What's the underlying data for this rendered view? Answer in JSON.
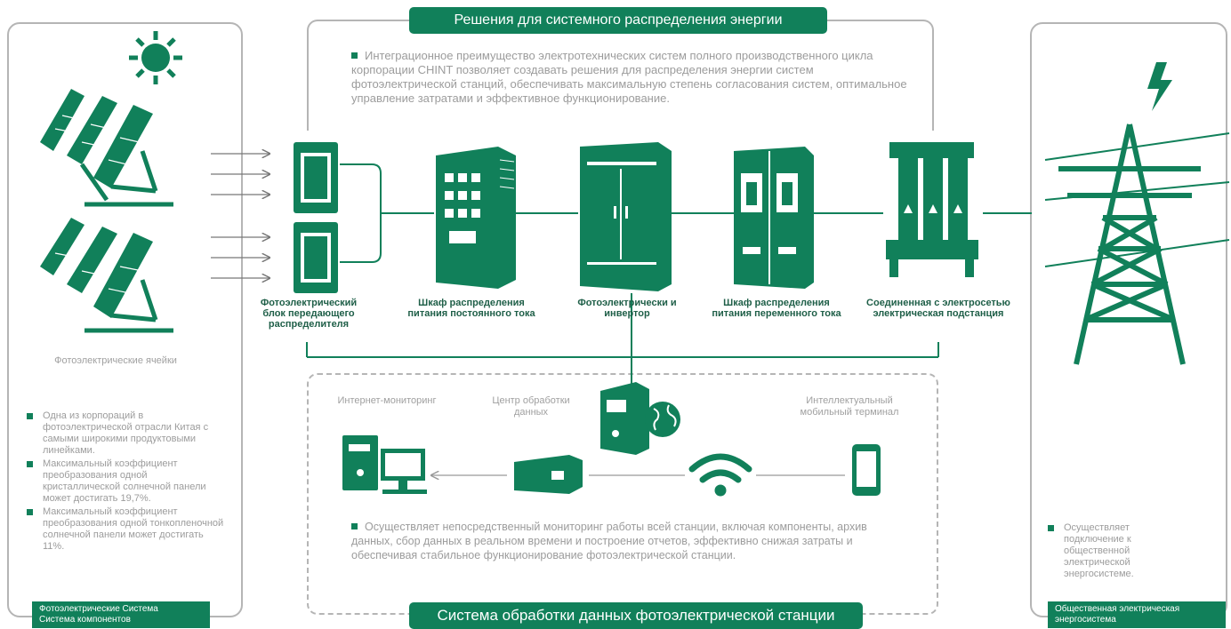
{
  "header": {
    "top_title": "Решения для системного распределения энергии",
    "bottom_title": "Система обработки данных фотоэлектрической станции"
  },
  "top_description": "Интеграционное преимущество электротехнических систем полного производственного цикла корпорации CHINT позволяет создавать решения для распределения энергии систем фотоэлектрической станций, обеспечивать максимальную степень согласования систем, оптимальное управление затратами и эффективное функционирование.",
  "left_panel": {
    "cells_label": "Фотоэлектрические ячейки",
    "bullets": [
      "Одна из корпораций в фотоэлектрической отрасли Китая с самыми широкими продуктовыми линейками.",
      "Максимальный коэффициент преобразования одной кристаллической солнечной панели может достигать 19,7%.",
      "Максимальный коэффициент преобразования одной тонкопленочной солнечной панели может достигать 11%."
    ],
    "badge": [
      "Фотоэлектрические Система",
      "Система компонентов"
    ]
  },
  "components": [
    {
      "label": "Фотоэлектрический блок передающего распределителя"
    },
    {
      "label": "Шкаф распределения питания постоянного тока"
    },
    {
      "label": "Фотоэлектрически и инвертор"
    },
    {
      "label": "Шкаф распределения питания переменного тока"
    },
    {
      "label": "Соединенная с электросетью электрическая подстанция"
    }
  ],
  "bottom_panel": {
    "internet_monitoring": "Интернет-мониторинг",
    "data_center": "Центр обработки данных",
    "mobile_terminal": "Интеллектуальный мобильный терминал",
    "description": "Осуществляет непосредственный мониторинг работы всей станции, включая компоненты, архив данных, сбор данных в реальном времени и построение отчетов, эффективно снижая затраты и обеспечивая стабильное функционирование фотоэлектрической станции."
  },
  "right_panel": {
    "bullet": "Осуществляет подключение к общественной электрической энергосистеме.",
    "badge": [
      "Общественная электрическая",
      "энергосистема"
    ]
  },
  "colors": {
    "accent": "#11805a",
    "frame": "#b5b5b5",
    "text": "#9c9c9c"
  },
  "icons": [
    "sun-icon",
    "solar-panel-icon",
    "cabinet-icon",
    "server-icon",
    "globe-icon",
    "computer-icon",
    "router-icon",
    "wifi-icon",
    "phone-icon",
    "transmission-tower-icon",
    "lightning-icon"
  ]
}
